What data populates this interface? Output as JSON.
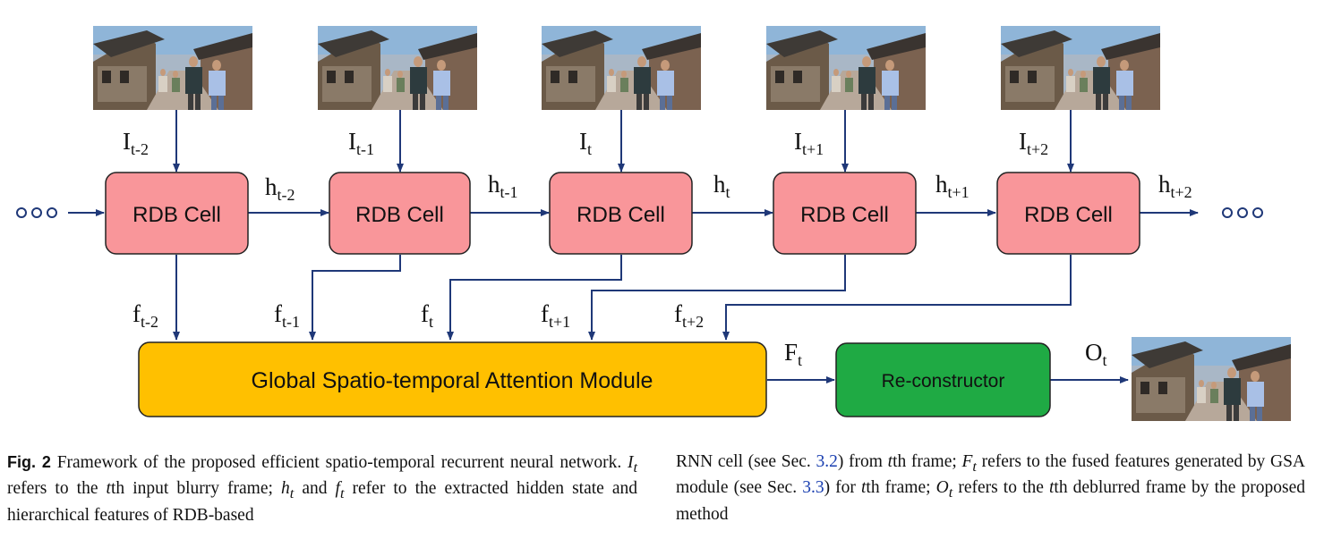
{
  "frames": [
    {
      "input_main": "I",
      "input_sub": "t-2",
      "hidden_main": "h",
      "hidden_sub": "t-2",
      "feat_main": "f",
      "feat_sub": "t-2"
    },
    {
      "input_main": "I",
      "input_sub": "t-1",
      "hidden_main": "h",
      "hidden_sub": "t-1",
      "feat_main": "f",
      "feat_sub": "t-1"
    },
    {
      "input_main": "I",
      "input_sub": "t",
      "hidden_main": "h",
      "hidden_sub": "t",
      "feat_main": "f",
      "feat_sub": "t"
    },
    {
      "input_main": "I",
      "input_sub": "t+1",
      "hidden_main": "h",
      "hidden_sub": "t+1",
      "feat_main": "f",
      "feat_sub": "t+1"
    },
    {
      "input_main": "I",
      "input_sub": "t+2",
      "hidden_main": "h",
      "hidden_sub": "t+2",
      "feat_main": "f",
      "feat_sub": "t+2"
    }
  ],
  "cell_label": "RDB Cell",
  "ellipsis": "ooo",
  "gsa_label": "Global Spatio-temporal Attention Module",
  "fused_main": "F",
  "fused_sub": "t",
  "reconstructor_label": "Re-constructor",
  "output_main": "O",
  "output_sub": "t",
  "colors": {
    "cell_fill": "#f9969a",
    "gsa_fill": "#ffc000",
    "reconstructor_fill": "#1faa44",
    "arrow": "#1f3878"
  },
  "caption": {
    "fig_label": "Fig. 2",
    "left": {
      "p1": "Framework of the proposed efficient spatio-temporal recurrent neural network.",
      "sym_I": "I",
      "p2": "refers to the",
      "t1": "t",
      "p3": "th input blurry frame;",
      "sym_h": "h",
      "p4": "and",
      "sym_f": "f",
      "p5": "refer to the extracted hidden state and hierarchical features of RDB-based"
    },
    "right": {
      "p1": "RNN cell (see Sec.",
      "ref1": "3.2",
      "p2": ") from",
      "t1": "t",
      "p3": "th frame;",
      "sym_F": "F",
      "p4": "refers to the fused features generated by GSA module (see Sec.",
      "ref2": "3.3",
      "p5": ") for",
      "t2": "t",
      "p6": "th frame;",
      "sym_O": "O",
      "p7": "refers to the",
      "t3": "t",
      "p8": "th deblurred frame by the proposed method"
    },
    "sub_t": "t"
  }
}
